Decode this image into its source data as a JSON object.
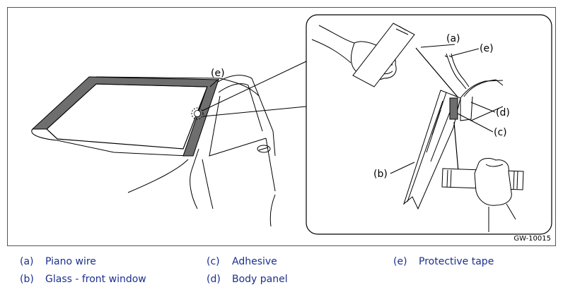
{
  "figure": {
    "code": "GW-10015",
    "callouts": {
      "a": "(a)",
      "b": "(b)",
      "c": "(c)",
      "d": "(d)",
      "e_car": "(e)",
      "e_detail": "(e)"
    }
  },
  "legend": [
    {
      "key": "(a)",
      "label": "Piano wire"
    },
    {
      "key": "(b)",
      "label": "Glass - front window"
    },
    {
      "key": "(c)",
      "label": "Adhesive"
    },
    {
      "key": "(d)",
      "label": "Body panel"
    },
    {
      "key": "(e)",
      "label": "Protective tape"
    }
  ],
  "colors": {
    "legend_text": "#1c2f8f",
    "tape_gray": "#6e6e6e",
    "line": "#000000"
  }
}
